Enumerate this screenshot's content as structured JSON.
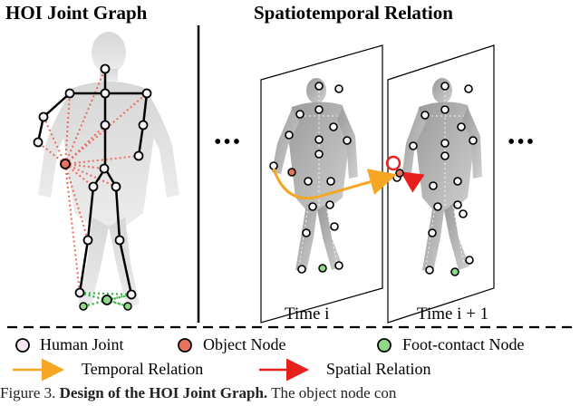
{
  "titles": {
    "left": "HOI Joint Graph",
    "right": "Spatiotemporal Relation"
  },
  "frames": {
    "label_t0": "Time i",
    "label_t1": "Time i + 1",
    "ellipsis": "•••"
  },
  "legend": {
    "human_joint": "Human Joint",
    "object_node": "Object Node",
    "foot_contact_node": "Foot-contact Node",
    "temporal_relation": "Temporal Relation",
    "spatial_relation": "Spatial Relation"
  },
  "caption": {
    "prefix": "Figure 3. ",
    "bold": "Design of the HOI Joint Graph.",
    "rest": " The object node con"
  },
  "colors": {
    "human_joint_fill": "#f2e6f3",
    "object_node_fill": "#e8745c",
    "foot_contact_fill": "#8fd889",
    "temporal_arrow": "#f5a623",
    "spatial_arrow": "#e8201c",
    "object_link": "#e96b5c",
    "foot_link": "#39b54a"
  }
}
